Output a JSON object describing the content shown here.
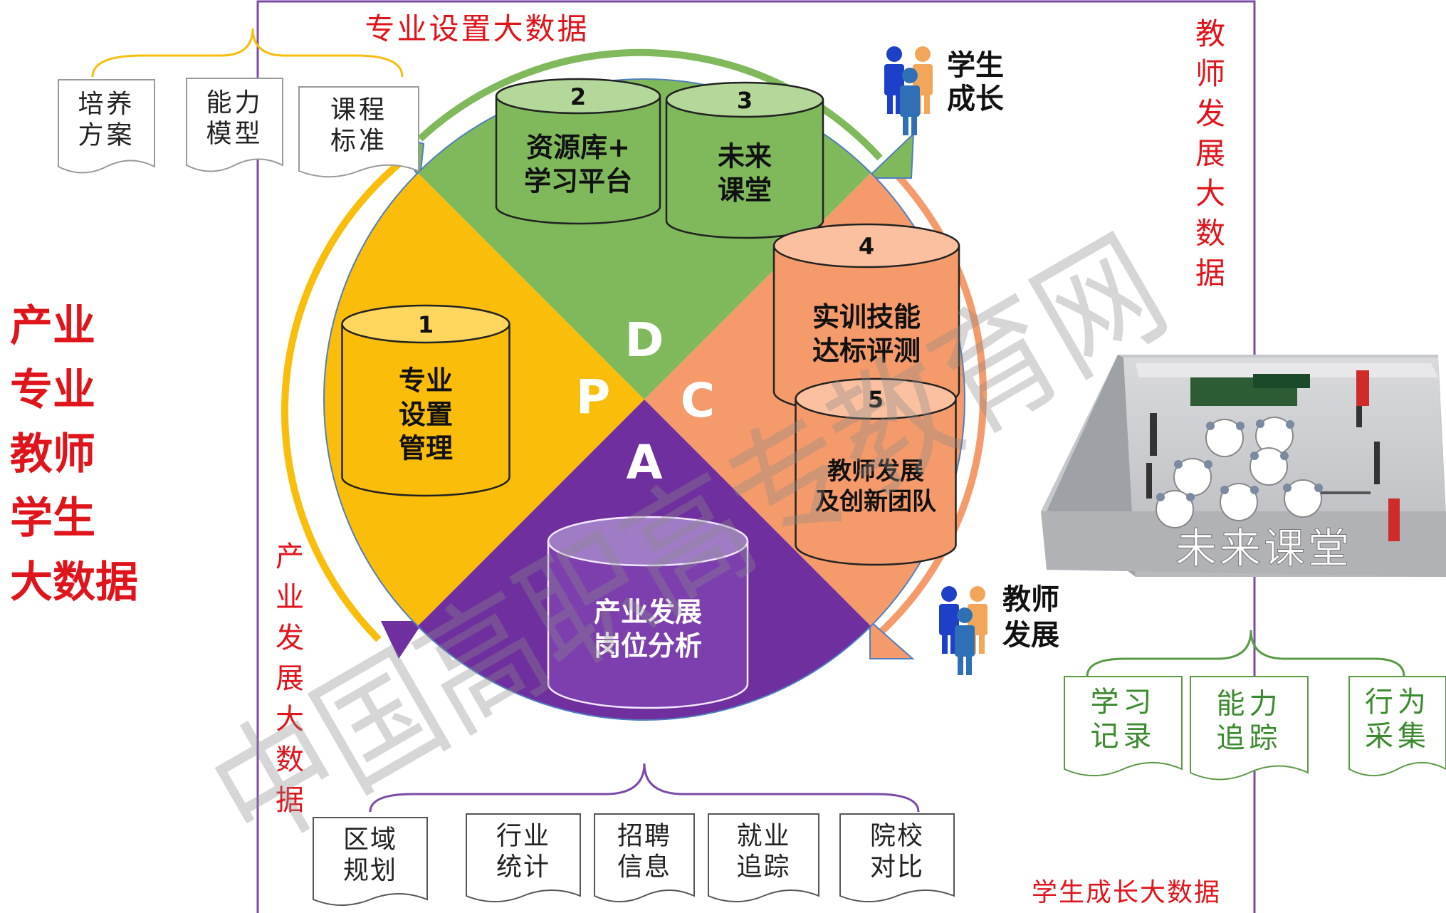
{
  "colors": {
    "yellow": "#f9bd0a",
    "green": "#80b95b",
    "orange": "#f59b6b",
    "purple": "#6f2f9e",
    "red_text": "#e0151b",
    "frame": "#7b4aa6",
    "green_border": "#5a9a45"
  },
  "top_label": "专业设置大数据",
  "right_label": "教师发展大数据",
  "left_label": "产业发展大数据",
  "bottom_right_label": "学生成长大数据",
  "left_title": [
    "产业",
    "专业",
    "教师",
    "学生",
    "大数据"
  ],
  "top_docs": [
    {
      "lines": [
        "培养",
        "方案"
      ]
    },
    {
      "lines": [
        "能力",
        "模型"
      ]
    },
    {
      "lines": [
        "课程",
        "标准"
      ]
    }
  ],
  "right_docs": [
    {
      "lines": [
        "学习",
        "记录"
      ]
    },
    {
      "lines": [
        "能力",
        "追踪"
      ]
    },
    {
      "lines": [
        "行为",
        "采集"
      ]
    }
  ],
  "bottom_docs": [
    {
      "lines": [
        "区域",
        "规划"
      ]
    },
    {
      "lines": [
        "行业",
        "统计"
      ]
    },
    {
      "lines": [
        "招聘",
        "信息"
      ]
    },
    {
      "lines": [
        "就业",
        "追踪"
      ]
    },
    {
      "lines": [
        "院校",
        "对比"
      ]
    }
  ],
  "quadrant_letters": {
    "p": "P",
    "d": "D",
    "c": "C",
    "a": "A"
  },
  "cylinders": [
    {
      "num": "1",
      "lines": [
        "专业",
        "设置",
        "管理"
      ]
    },
    {
      "num": "2",
      "lines": [
        "资源库+",
        "学习平台"
      ]
    },
    {
      "num": "3",
      "lines": [
        "未来",
        "课堂"
      ]
    },
    {
      "num": "4",
      "lines": [
        "实训技能",
        "达标评测"
      ]
    },
    {
      "num": "5",
      "lines": [
        "教师发展",
        "及创新团队"
      ]
    },
    {
      "num": "",
      "lines": [
        "产业发展",
        "岗位分析"
      ]
    }
  ],
  "student_growth": [
    "学生",
    "成长"
  ],
  "teacher_dev": [
    "教师",
    "发展"
  ],
  "photo_caption": "未来课堂",
  "watermark": "中国高职高专教育网",
  "icons": [
    "people-group-icon",
    "people-group-icon",
    "classroom-photo"
  ]
}
